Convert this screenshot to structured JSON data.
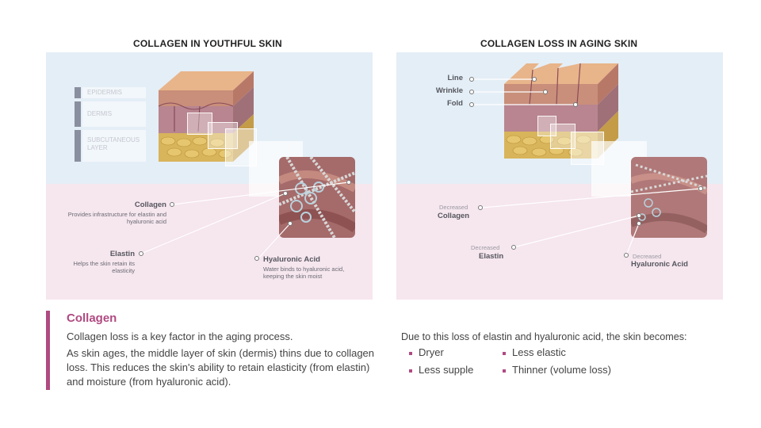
{
  "left_panel": {
    "title": "COLLAGEN IN YOUTHFUL SKIN",
    "layers": [
      "EPIDERMIS",
      "DERMIS",
      "SUBCUTANEOUS LAYER"
    ],
    "callouts": {
      "collagen": {
        "title": "Collagen",
        "desc": "Provides infrastructure for elastin and hyaluronic acid"
      },
      "elastin": {
        "title": "Elastin",
        "desc": "Helps the skin retain its elasticity"
      },
      "hyaluronic": {
        "title": "Hyaluronic Acid",
        "desc": "Water binds to hyaluronic acid, keeping the skin moist"
      }
    }
  },
  "right_panel": {
    "title": "COLLAGEN LOSS IN AGING SKIN",
    "side_labels": [
      "Line",
      "Wrinkle",
      "Fold"
    ],
    "callouts": {
      "collagen": {
        "prefix": "Decreased",
        "title": "Collagen"
      },
      "elastin": {
        "prefix": "Decreased",
        "title": "Elastin"
      },
      "hyaluronic": {
        "prefix": "Decreased",
        "title": "Hyaluronic Acid"
      }
    }
  },
  "text_left": {
    "heading": "Collagen",
    "line1": "Collagen loss is a key factor in the aging process.",
    "para": "As skin ages, the middle layer of skin (dermis) thins due to collagen loss. This reduces the skin's ability to retain elasticity (from elastin) and moisture (from hyaluronic acid)."
  },
  "text_right": {
    "intro": "Due to this loss of elastin and hyaluronic acid, the skin becomes:",
    "bullets": [
      "Dryer",
      "Less elastic",
      "Less supple",
      "Thinner (volume loss)"
    ]
  },
  "colors": {
    "accent": "#b04a82",
    "blue_bg": "#e4eef6",
    "pink_bg": "#f6e6ee"
  }
}
